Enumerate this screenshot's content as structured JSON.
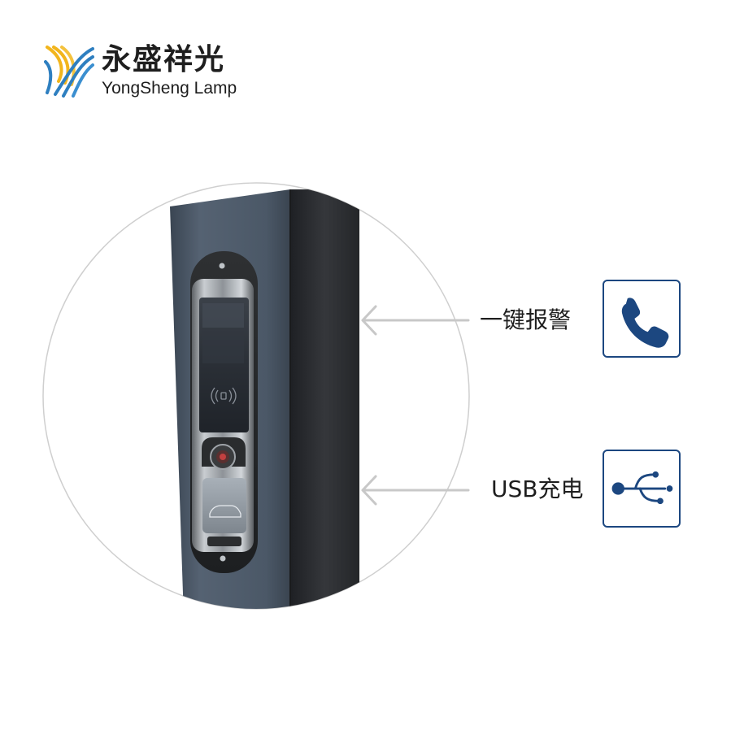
{
  "brand": {
    "name_zh": "永盛祥光",
    "name_en": "YongSheng Lamp",
    "logo_icon": "wave-stripes-logo",
    "colors": {
      "logo_gold": "#f2b51c",
      "logo_blue": "#2e7fc0"
    }
  },
  "features": [
    {
      "label": "一键报警",
      "icon": "phone-icon"
    },
    {
      "label": "USB充电",
      "icon": "usb-icon"
    }
  ],
  "colors": {
    "accent": "#1c4780",
    "arrow": "#c8c8c8",
    "circle": "#cfcfcf",
    "pole_front": "#4d5a68",
    "pole_side": "#2d2f33"
  }
}
